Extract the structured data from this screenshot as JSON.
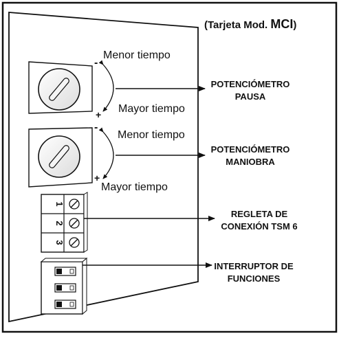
{
  "title": {
    "prefix": "(Tarjeta Mod. ",
    "model": "MCI",
    "suffix": ")"
  },
  "pot1": {
    "minus": "-",
    "plus": "+",
    "less_label": "Menor tiempo",
    "more_label": "Mayor tiempo",
    "callout_line1": "POTENCIÓMETRO",
    "callout_line2": "PAUSA"
  },
  "pot2": {
    "minus": "-",
    "plus": "+",
    "less_label": "Menor tiempo",
    "more_label": "Mayor tiempo",
    "callout_line1": "POTENCIÓMETRO",
    "callout_line2": "MANIOBRA"
  },
  "terminal": {
    "numbers": [
      "1",
      "2",
      "3"
    ],
    "callout_line1": "REGLETA DE",
    "callout_line2": "CONEXIÓN TSM 6"
  },
  "switch": {
    "callout_line1": "INTERRUPTOR DE",
    "callout_line2": "FUNCIONES"
  }
}
